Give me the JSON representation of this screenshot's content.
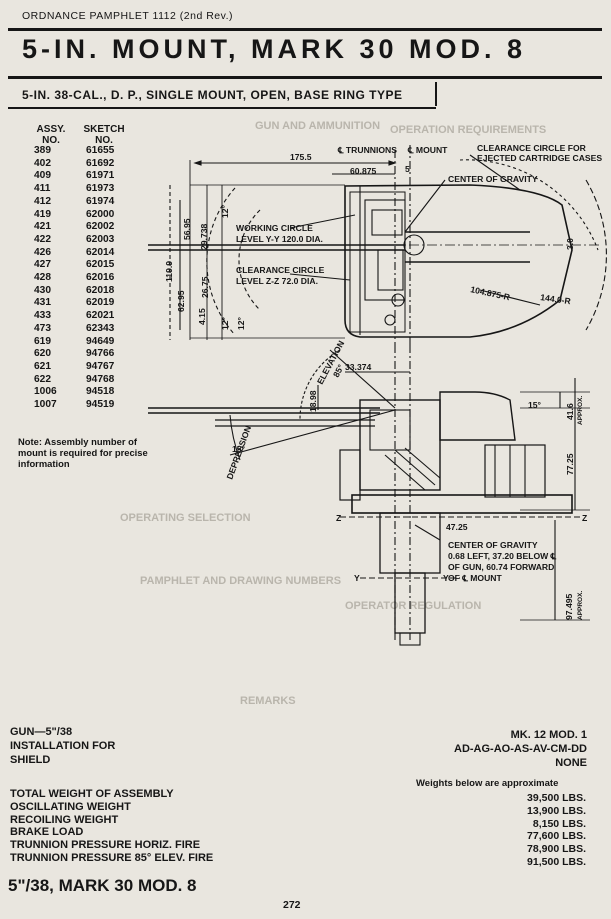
{
  "header": {
    "pamphlet": "ORDNANCE PAMPHLET 1112 (2nd Rev.)",
    "title": "5-IN. MOUNT, MARK 30 MOD. 8",
    "subtitle": "5-IN. 38-CAL., D. P., SINGLE MOUNT, OPEN, BASE RING TYPE"
  },
  "assembly_table": {
    "col_assy": "ASSY.",
    "col_assy2": "NO.",
    "col_sketch": "SKETCH",
    "col_sketch2": "NO.",
    "rows": [
      {
        "assy": "389",
        "sketch": "61655"
      },
      {
        "assy": "402",
        "sketch": "61692"
      },
      {
        "assy": "409",
        "sketch": "61971"
      },
      {
        "assy": "411",
        "sketch": "61973"
      },
      {
        "assy": "412",
        "sketch": "61974"
      },
      {
        "assy": "419",
        "sketch": "62000"
      },
      {
        "assy": "421",
        "sketch": "62002"
      },
      {
        "assy": "422",
        "sketch": "62003"
      },
      {
        "assy": "426",
        "sketch": "62014"
      },
      {
        "assy": "427",
        "sketch": "62015"
      },
      {
        "assy": "428",
        "sketch": "62016"
      },
      {
        "assy": "430",
        "sketch": "62018"
      },
      {
        "assy": "431",
        "sketch": "62019"
      },
      {
        "assy": "433",
        "sketch": "62021"
      },
      {
        "assy": "473",
        "sketch": "62343"
      },
      {
        "assy": "619",
        "sketch": "94649"
      },
      {
        "assy": "620",
        "sketch": "94766"
      },
      {
        "assy": "621",
        "sketch": "94767"
      },
      {
        "assy": "622",
        "sketch": "94768"
      },
      {
        "assy": "1006",
        "sketch": "94518"
      },
      {
        "assy": "1007",
        "sketch": "94519"
      }
    ]
  },
  "note": "Note: Assembly number of mount is required for precise information",
  "drawing_labels": {
    "trunnions": "℄ TRUNNIONS",
    "cmount": "℄ MOUNT",
    "clearance_ejected": "CLEARANCE CIRCLE FOR",
    "clearance_ejected2": "EJECTED CARTRIDGE CASES",
    "center_gravity_top": "CENTER OF GRAVITY",
    "working_circle": "WORKING CIRCLE",
    "working_circle2": "LEVEL Y-Y 120.0 DIA.",
    "clearance_circle": "CLEARANCE CIRCLE",
    "clearance_circle2": "LEVEL Z-Z 72.0 DIA.",
    "dim_1755": "175.5",
    "dim_60875": "60.875",
    "dim_5": "5",
    "dim_5695": "56.95",
    "dim_29738": "29.738",
    "dim_12a": "12°",
    "dim_1199": "119.9",
    "dim_6295": "62.95",
    "dim_4_15": "4.15",
    "dim_2675": "26.75",
    "dim_12b": "12°",
    "dim_12c": "12°",
    "dim_30": "3.0",
    "dim_104875": "104.875-R",
    "dim_144": "144.0-R",
    "elevation": "ELEVATION",
    "elev_deg": "85°",
    "dim_33374": "33.374",
    "dim_1898": "18.98",
    "dim_15a": "15°",
    "depression": "DEPRESSION",
    "dep_deg": "15°",
    "dim_416": "41.6",
    "approx": "APPROX.",
    "dim_7725": "77.25",
    "z_left": "Z",
    "z_right": "Z",
    "dim_4725": "47.25",
    "cg_title": "CENTER OF GRAVITY",
    "cg_line1": "0.68 LEFT, 37.20 BELOW ℄",
    "cg_line2": "OF GUN, 60.74 FORWARD",
    "cg_line3": "OF ℄ MOUNT",
    "y_left": "Y",
    "y_right": "Y",
    "dim_97495": "97.495",
    "approx2": "APPROX."
  },
  "specs": {
    "gun_label": "GUN—5\"/38",
    "gun_value": "MK. 12 MOD. 1",
    "installation_label": "INSTALLATION FOR",
    "installation_value": "AD-AG-AO-AS-AV-CM-DD",
    "shield_label": "SHIELD",
    "shield_value": "NONE",
    "weights_note": "Weights below are approximate",
    "weights": [
      {
        "label": "TOTAL WEIGHT OF ASSEMBLY",
        "value": "39,500 LBS."
      },
      {
        "label": "OSCILLATING WEIGHT",
        "value": "13,900 LBS."
      },
      {
        "label": "RECOILING WEIGHT",
        "value": "8,150 LBS."
      },
      {
        "label": "BRAKE LOAD",
        "value": "77,600 LBS."
      },
      {
        "label": "TRUNNION PRESSURE HORIZ. FIRE",
        "value": "78,900 LBS."
      },
      {
        "label": "TRUNNION PRESSURE 85° ELEV. FIRE",
        "value": "91,500 LBS."
      }
    ]
  },
  "footer": {
    "title": "5\"/38, MARK 30 MOD. 8",
    "page": "272"
  },
  "colors": {
    "ink": "#161616",
    "paper": "#e9e6df",
    "ghost": "#b9b5ac"
  }
}
